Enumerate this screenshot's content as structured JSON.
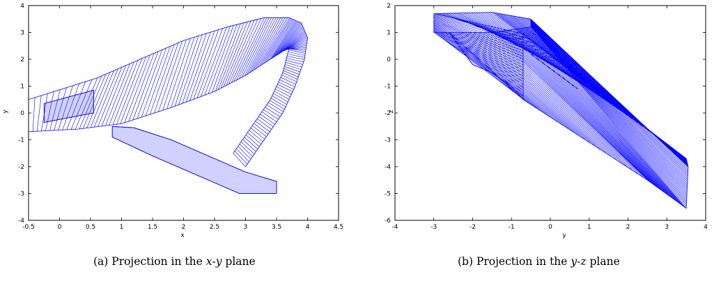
{
  "chart_data": [
    {
      "type": "line",
      "panel": "a",
      "caption": {
        "prefix": "(a)  Projection in the ",
        "v1": "x",
        "dash": "-",
        "v2": "y",
        "suffix": " plane"
      },
      "xlabel": "x",
      "ylabel": "y",
      "xlim": [
        -0.5,
        4.5
      ],
      "ylim": [
        -4,
        4
      ],
      "xticks": [
        "-0.5",
        "0",
        "0.5",
        "1",
        "1.5",
        "2",
        "2.5",
        "3",
        "3.5",
        "4",
        "4.5"
      ],
      "yticks": [
        "-4",
        "-3",
        "-2",
        "-1",
        "0",
        "1",
        "2",
        "3",
        "4"
      ],
      "grid": false,
      "color": "#0000ff",
      "series": [
        {
          "x": [
            -0.5,
            0.6,
            1.3,
            2.0,
            2.7,
            3.3,
            3.7,
            3.9,
            4.0,
            3.95,
            3.8,
            3.6,
            3.3,
            3.0
          ],
          "y": [
            0.5,
            1.3,
            2.0,
            2.7,
            3.2,
            3.55,
            3.55,
            3.35,
            2.8,
            2.0,
            1.0,
            0.0,
            -1.0,
            -2.0
          ]
        },
        {
          "x": [
            -0.5,
            0.3,
            1.0,
            1.8,
            2.5,
            3.0,
            3.4,
            3.6,
            3.7,
            3.6,
            3.4,
            3.1,
            2.8
          ],
          "y": [
            -0.7,
            -0.6,
            -0.4,
            0.2,
            0.8,
            1.4,
            2.0,
            2.3,
            2.4,
            1.5,
            0.5,
            -0.5,
            -1.5
          ]
        },
        {
          "x": [
            -0.25,
            0.55,
            0.55,
            -0.25,
            -0.25
          ],
          "y": [
            0.35,
            0.85,
            0.0,
            -0.35,
            0.35
          ]
        },
        {
          "x": [
            0.85,
            1.2,
            1.8,
            2.4,
            3.0,
            3.5,
            3.5,
            2.9,
            2.1,
            1.5,
            0.85,
            0.85
          ],
          "y": [
            -0.5,
            -0.55,
            -1.0,
            -1.6,
            -2.2,
            -2.55,
            -3.0,
            -3.0,
            -2.2,
            -1.6,
            -0.9,
            -0.5
          ]
        }
      ]
    },
    {
      "type": "line",
      "panel": "b",
      "caption": {
        "prefix": "(b)  Projection in the ",
        "v1": "y",
        "dash": "-",
        "v2": "z",
        "suffix": " plane"
      },
      "xlabel": "y",
      "ylabel": "z",
      "xlim": [
        -4,
        4
      ],
      "ylim": [
        -6,
        2
      ],
      "xticks": [
        "-4",
        "-3",
        "-2",
        "-1",
        "0",
        "1",
        "2",
        "3",
        "4"
      ],
      "yticks": [
        "-6",
        "-5",
        "-4",
        "-3",
        "-2",
        "-1",
        "0",
        "1",
        "2"
      ],
      "grid": false,
      "color": "#0000ff",
      "series": [
        {
          "x": [
            -0.7,
            3.5,
            3.55,
            3.5,
            2.5,
            -0.7,
            -0.7
          ],
          "y": [
            0.95,
            -3.7,
            -4.0,
            -5.55,
            -4.5,
            -1.5,
            0.95
          ]
        },
        {
          "x": [
            -3.0,
            -1.5,
            -0.5,
            -0.5,
            -1.5,
            -3.0,
            -3.0
          ],
          "y": [
            1.7,
            1.75,
            1.5,
            1.2,
            1.0,
            1.0,
            1.7
          ]
        },
        {
          "x": [
            -2.6,
            -2.0,
            -1.5,
            -1.0,
            -0.7
          ],
          "y": [
            1.0,
            -0.2,
            -0.5,
            -1.0,
            -1.5
          ]
        },
        {
          "x": [
            -0.5,
            0.7
          ],
          "y": [
            0.2,
            -1.1
          ]
        }
      ]
    }
  ]
}
